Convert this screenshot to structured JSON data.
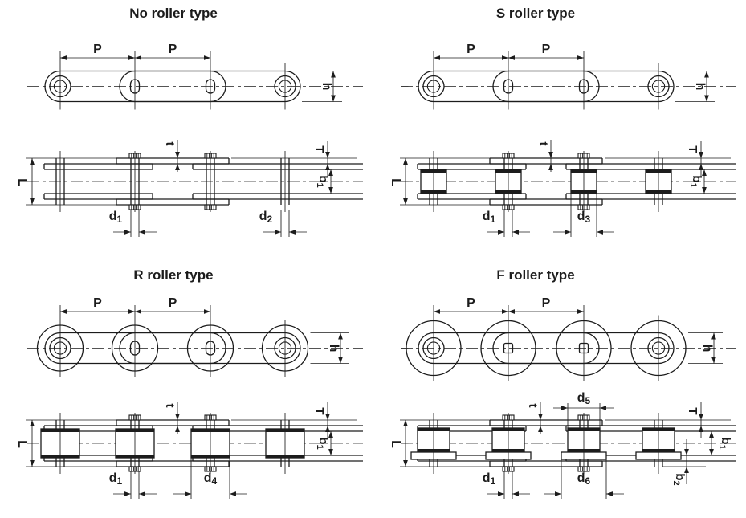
{
  "figure": {
    "background": "#ffffff",
    "line_color": "#1c1c1c",
    "panels": [
      {
        "key": "no-roller",
        "title": "No roller type",
        "roller_style": "none",
        "dims": {
          "pitch_1": {
            "base": "P",
            "sub": ""
          },
          "pitch_2": {
            "base": "P",
            "sub": ""
          },
          "plate_height": {
            "base": "h",
            "sub": ""
          },
          "overall_width": {
            "base": "L",
            "sub": ""
          },
          "inner_plate_thickness": {
            "base": "t",
            "sub": ""
          },
          "outer_plate_thickness": {
            "base": "T",
            "sub": ""
          },
          "inner_width": {
            "base": "b",
            "sub": "1"
          },
          "pin_diameter": {
            "base": "d",
            "sub": "1"
          },
          "second_diameter": {
            "base": "d",
            "sub": "2"
          }
        }
      },
      {
        "key": "s-roller",
        "title": "S roller type",
        "roller_style": "S",
        "dims": {
          "pitch_1": {
            "base": "P",
            "sub": ""
          },
          "pitch_2": {
            "base": "P",
            "sub": ""
          },
          "plate_height": {
            "base": "h",
            "sub": ""
          },
          "overall_width": {
            "base": "L",
            "sub": ""
          },
          "inner_plate_thickness": {
            "base": "t",
            "sub": ""
          },
          "outer_plate_thickness": {
            "base": "T",
            "sub": ""
          },
          "inner_width": {
            "base": "b",
            "sub": "1"
          },
          "pin_diameter": {
            "base": "d",
            "sub": "1"
          },
          "second_diameter": {
            "base": "d",
            "sub": "3"
          }
        }
      },
      {
        "key": "r-roller",
        "title": "R roller type",
        "roller_style": "R",
        "dims": {
          "pitch_1": {
            "base": "P",
            "sub": ""
          },
          "pitch_2": {
            "base": "P",
            "sub": ""
          },
          "plate_height": {
            "base": "h",
            "sub": ""
          },
          "overall_width": {
            "base": "L",
            "sub": ""
          },
          "inner_plate_thickness": {
            "base": "t",
            "sub": ""
          },
          "outer_plate_thickness": {
            "base": "T",
            "sub": ""
          },
          "inner_width": {
            "base": "b",
            "sub": "1"
          },
          "pin_diameter": {
            "base": "d",
            "sub": "1"
          },
          "second_diameter": {
            "base": "d",
            "sub": "4"
          }
        }
      },
      {
        "key": "f-roller",
        "title": "F roller type",
        "roller_style": "F",
        "dims": {
          "pitch_1": {
            "base": "P",
            "sub": ""
          },
          "pitch_2": {
            "base": "P",
            "sub": ""
          },
          "plate_height": {
            "base": "h",
            "sub": ""
          },
          "overall_width": {
            "base": "L",
            "sub": ""
          },
          "inner_plate_thickness": {
            "base": "t",
            "sub": ""
          },
          "outer_plate_thickness": {
            "base": "T",
            "sub": ""
          },
          "inner_width": {
            "base": "b",
            "sub": "1"
          },
          "flange_width": {
            "base": "b",
            "sub": "2"
          },
          "pin_diameter": {
            "base": "d",
            "sub": "1"
          },
          "roller_top_diameter": {
            "base": "d",
            "sub": "5"
          },
          "second_diameter": {
            "base": "d",
            "sub": "6"
          }
        }
      }
    ]
  }
}
